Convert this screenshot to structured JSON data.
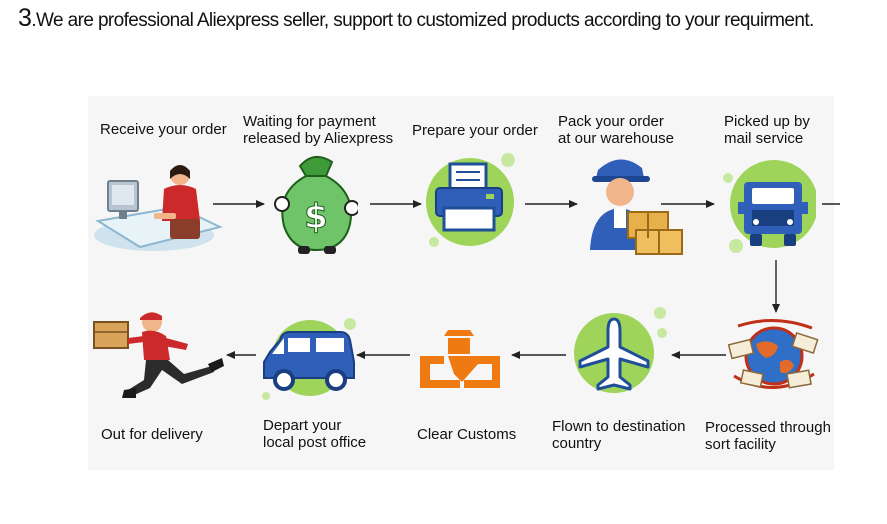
{
  "header": {
    "number": "3",
    "text": ".We are professional Aliexpress seller, support to customized products according to your requirment."
  },
  "steps": [
    {
      "label_line1": "Receive your order",
      "label_line2": "",
      "icon": "customer-at-computer-icon"
    },
    {
      "label_line1": "Waiting for payment",
      "label_line2": "released by Aliexpress",
      "icon": "money-bag-icon"
    },
    {
      "label_line1": "Prepare your order",
      "label_line2": "",
      "icon": "printer-icon"
    },
    {
      "label_line1": "Pack your order",
      "label_line2": "at our warehouse",
      "icon": "worker-with-boxes-icon"
    },
    {
      "label_line1": "Picked up by",
      "label_line2": "mail service",
      "icon": "mail-truck-icon"
    },
    {
      "label_line1": "Processed through",
      "label_line2": "sort facility",
      "icon": "globe-with-mail-icon"
    },
    {
      "label_line1": "Flown to destination",
      "label_line2": "country",
      "icon": "airplane-icon"
    },
    {
      "label_line1": "Clear Customs",
      "label_line2": "",
      "icon": "customs-officer-icon"
    },
    {
      "label_line1": "Depart your",
      "label_line2": "local post office",
      "icon": "car-icon"
    },
    {
      "label_line1": "Out for delivery",
      "label_line2": "",
      "icon": "delivery-man-icon"
    }
  ],
  "colors": {
    "accent_green": "#9ed45a",
    "light_green": "#c7e8a0",
    "icon_blue": "#2f5fb8",
    "customs_orange": "#f07a12",
    "arrow": "#222222"
  }
}
